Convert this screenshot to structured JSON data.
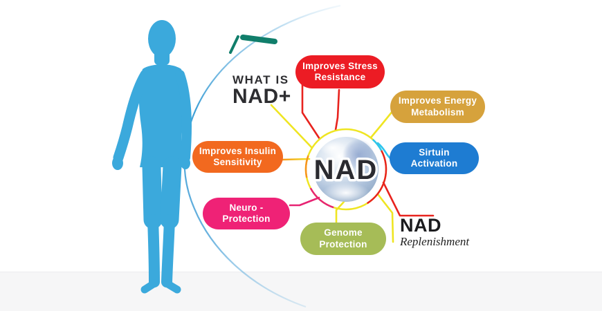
{
  "title": {
    "line1": "WHAT IS",
    "line2": "NAD+"
  },
  "center": {
    "label": "NAD"
  },
  "pills": [
    {
      "id": "stress",
      "label": "Improves Stress\nResistance",
      "color": "#EC1C24"
    },
    {
      "id": "energy",
      "label": "Improves Energy\nMetabolism",
      "color": "#D6A23C"
    },
    {
      "id": "sirtuin",
      "label": "Sirtuin\nActivation",
      "color": "#1E7CD2"
    },
    {
      "id": "insulin",
      "label": "Improves Insulin\nSensitivity",
      "color": "#F2691F"
    },
    {
      "id": "neuro",
      "label": "Neuro -\nProtection",
      "color": "#EF2276"
    },
    {
      "id": "genome",
      "label": "Genome\nProtection",
      "color": "#A6BC57"
    }
  ],
  "annotation": {
    "line1": "NAD",
    "line2": "Replenishment"
  },
  "palette": {
    "figure_blue": "#3BA9DC",
    "arc_blue": "#58A9DB",
    "line_yellow": "#EFE522",
    "line_red": "#E8231E",
    "line_cyan": "#2BC5F0",
    "line_magenta": "#E72373",
    "line_orange": "#F7941D",
    "teal_mark": "#107E6B",
    "text_dark": "#2D2D30"
  }
}
